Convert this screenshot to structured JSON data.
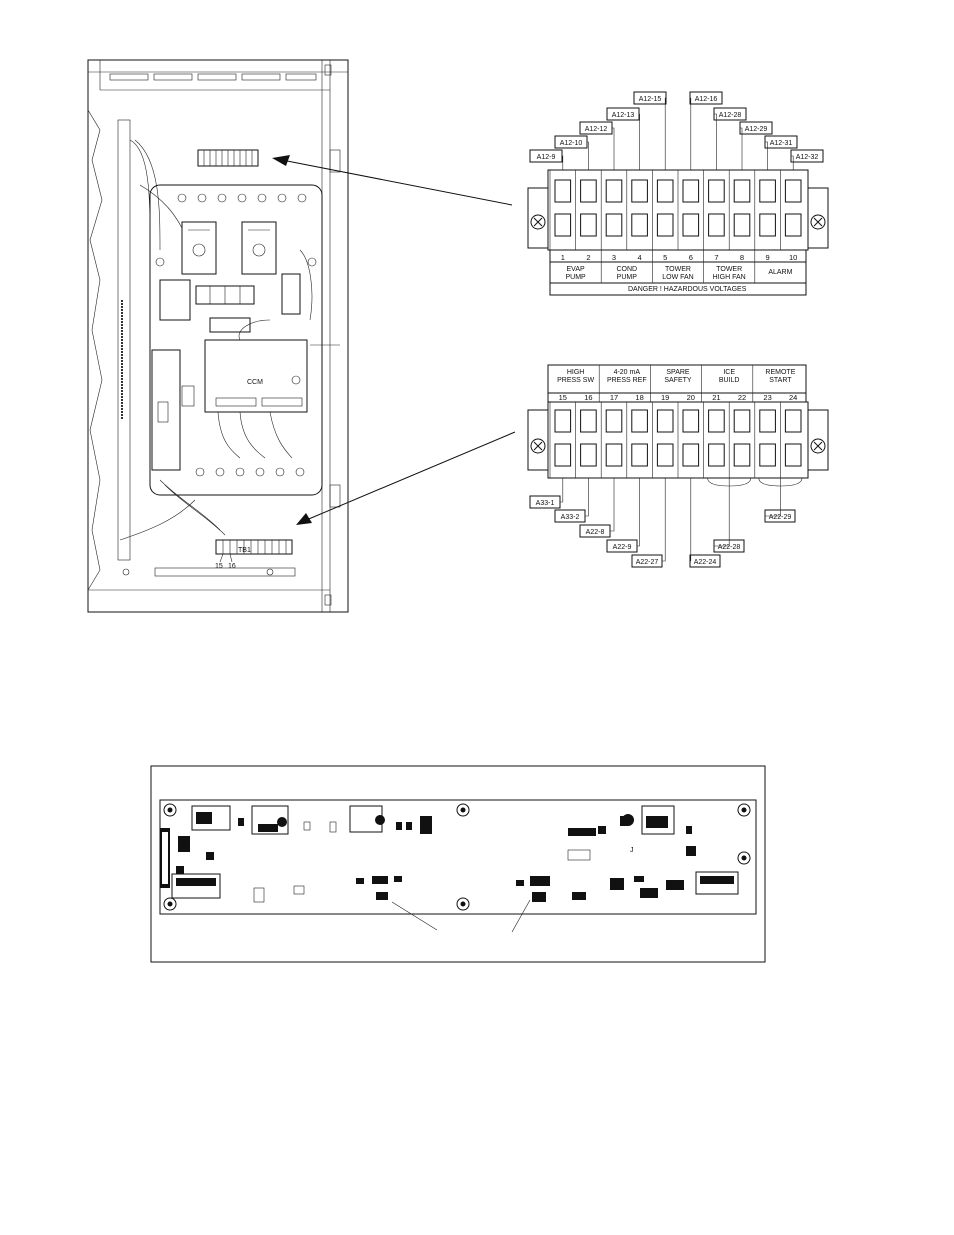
{
  "upper_terminal_strip": {
    "wire_tags": [
      "A12-9",
      "A12-10",
      "A12-12",
      "A12-13",
      "A12-15",
      "A12-16",
      "A12-28",
      "A12-29",
      "A12-31",
      "A12-32"
    ],
    "terminal_numbers": [
      "1",
      "2",
      "3",
      "4",
      "5",
      "6",
      "7",
      "8",
      "9",
      "10"
    ],
    "groups": [
      {
        "line1": "EVAP",
        "line2": "PUMP"
      },
      {
        "line1": "COND",
        "line2": "PUMP"
      },
      {
        "line1": "TOWER",
        "line2": "LOW FAN"
      },
      {
        "line1": "TOWER",
        "line2": "HIGH FAN"
      },
      {
        "line1": "ALARM",
        "line2": ""
      }
    ],
    "warning": "DANGER !   HAZARDOUS VOLTAGES"
  },
  "lower_terminal_strip": {
    "groups": [
      {
        "line1": "HIGH",
        "line2": "PRESS SW"
      },
      {
        "line1": "4-20 mA",
        "line2": "PRESS REF"
      },
      {
        "line1": "SPARE",
        "line2": "SAFETY"
      },
      {
        "line1": "ICE",
        "line2": "BUILD"
      },
      {
        "line1": "REMOTE",
        "line2": "START"
      }
    ],
    "terminal_numbers": [
      "15",
      "16",
      "17",
      "18",
      "19",
      "20",
      "21",
      "22",
      "23",
      "24"
    ],
    "wire_tags": [
      "A33-1",
      "A33-2",
      "A22-8",
      "A22-9",
      "A22-27",
      "A22-24",
      "A22-28",
      "A22-29"
    ]
  },
  "panel": {
    "ccm_label": "CCM",
    "tb1_label": "TB1",
    "tb1_terminals": [
      "15",
      "16"
    ]
  },
  "circuit_board": {
    "jumper_label": "J"
  }
}
